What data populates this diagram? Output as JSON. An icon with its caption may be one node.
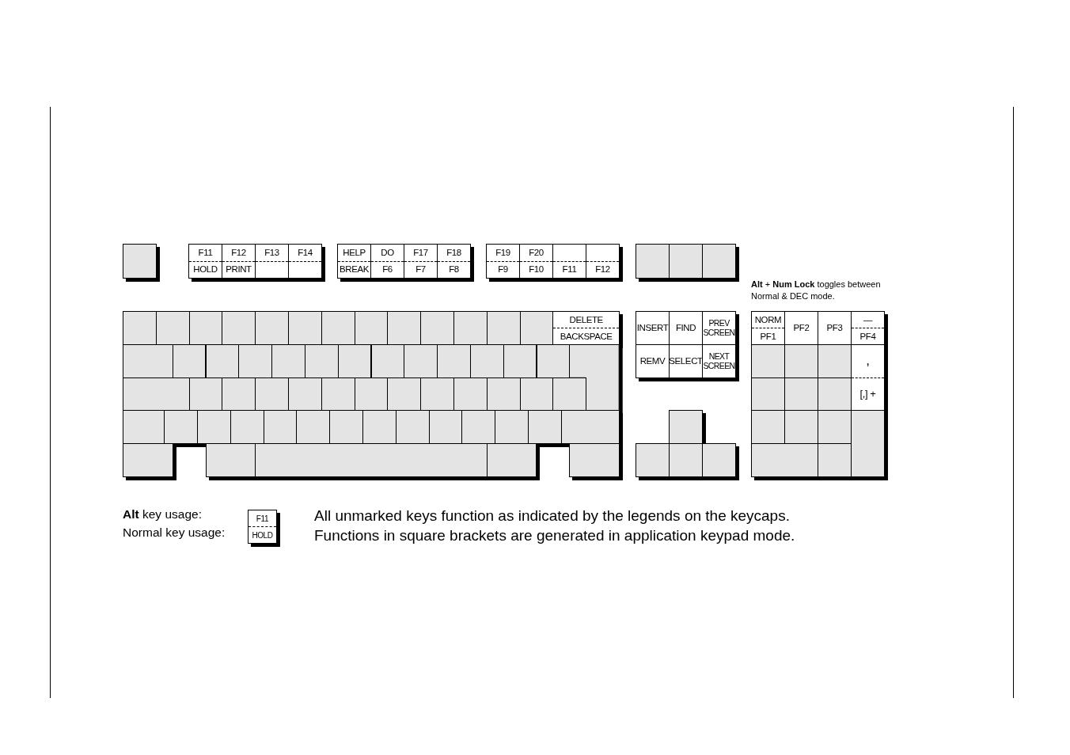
{
  "diagram": {
    "nodes": [
      {
        "text": [],
        "shape": "box"
      },
      {
        "text": [
          "F11",
          "HOLD"
        ]
      },
      {
        "text": [
          "F12",
          "PRINT"
        ]
      },
      {
        "text": [
          "F13"
        ]
      },
      {
        "text": [
          "F14"
        ]
      },
      {
        "text": [
          "HELP",
          "BREAK"
        ]
      },
      {
        "text": [
          "DO",
          "F6"
        ]
      },
      {
        "text": [
          "F17",
          "F7"
        ]
      },
      {
        "text": [
          "F18",
          "F8"
        ]
      },
      {
        "text": [
          "F19",
          "F9"
        ]
      },
      {
        "text": [
          "F20",
          "F10"
        ]
      },
      {
        "text": [
          "F11"
        ]
      },
      {
        "text": [
          "F12"
        ]
      },
      {
        "text": [],
        "shape": "box"
      },
      {
        "text": [],
        "shape": "box"
      },
      {
        "text": [],
        "shape": "box"
      },
      {
        "text": [],
        "shape": "box"
      },
      {
        "text": [],
        "shape": "box"
      },
      {
        "text": [],
        "shape": "box"
      },
      {
        "text": [],
        "shape": "box"
      },
      {
        "text": [],
        "shape": "box"
      },
      {
        "text": [],
        "shape": "box"
      },
      {
        "text": [],
        "shape": "box"
      },
      {
        "text": [],
        "shape": "box"
      },
      {
        "text": [],
        "shape": "box"
      },
      {
        "text": [],
        "shape": "box"
      },
      {
        "text": [],
        "shape": "box"
      },
      {
        "text": [],
        "shape": "box"
      },
      {
        "text": [],
        "shape": "box"
      },
      {
        "text": [
          "DELETE",
          "BACKSPACE"
        ]
      },
      {
        "text": [],
        "shape": "box"
      },
      {
        "text": [],
        "shape": "box"
      },
      {
        "text": [],
        "shape": "box"
      },
      {
        "text": [],
        "shape": "box"
      },
      {
        "text": [],
        "shape": "box"
      },
      {
        "text": [],
        "shape": "box"
      },
      {
        "text": [],
        "shape": "box"
      },
      {
        "text": [],
        "shape": "box"
      },
      {
        "text": [],
        "shape": "box"
      },
      {
        "text": [],
        "shape": "box"
      },
      {
        "text": [],
        "shape": "box"
      },
      {
        "text": [],
        "shape": "box"
      },
      {
        "text": [],
        "shape": "box"
      },
      {
        "text": [],
        "shape": "box"
      },
      {
        "text": [],
        "shape": "box"
      },
      {
        "text": [],
        "shape": "box"
      },
      {
        "text": [],
        "shape": "box"
      },
      {
        "text": [],
        "shape": "box"
      },
      {
        "text": [],
        "shape": "box"
      },
      {
        "text": [],
        "shape": "box"
      },
      {
        "text": [],
        "shape": "box"
      },
      {
        "text": [],
        "shape": "box"
      },
      {
        "text": [],
        "shape": "box"
      },
      {
        "text": [],
        "shape": "box"
      },
      {
        "text": [],
        "shape": "box"
      },
      {
        "text": [],
        "shape": "box"
      },
      {
        "text": [],
        "shape": "box"
      },
      {
        "text": [],
        "shape": "box"
      },
      {
        "text": [],
        "shape": "box"
      },
      {
        "text": [],
        "shape": "box"
      },
      {
        "text": [],
        "shape": "box"
      },
      {
        "text": [],
        "shape": "box"
      },
      {
        "text": [],
        "shape": "box"
      },
      {
        "text": [],
        "shape": "box"
      },
      {
        "text": [],
        "shape": "box"
      },
      {
        "text": [],
        "shape": "box"
      },
      {
        "text": [],
        "shape": "box"
      },
      {
        "text": [],
        "shape": "box"
      },
      {
        "text": [],
        "shape": "box"
      },
      {
        "text": [],
        "shape": "box"
      },
      {
        "text": [],
        "shape": "box"
      },
      {
        "text": [],
        "shape": "box"
      },
      {
        "text": [],
        "shape": "box"
      },
      {
        "text": [],
        "shape": "box"
      },
      {
        "text": [],
        "shape": "box"
      },
      {
        "text": [],
        "shape": "box"
      },
      {
        "text": [
          "INSERT"
        ]
      },
      {
        "text": [
          "FIND"
        ]
      },
      {
        "text": [
          "PREV SCREEN"
        ]
      },
      {
        "text": [
          "REMV"
        ]
      },
      {
        "text": [
          "SELECT"
        ]
      },
      {
        "text": [
          "NEXT SCREEN"
        ]
      },
      {
        "text": [],
        "shape": "box"
      },
      {
        "text": [],
        "shape": "box"
      },
      {
        "text": [],
        "shape": "box"
      },
      {
        "text": [],
        "shape": "box"
      },
      {
        "text": [
          "NORM",
          "PF1"
        ]
      },
      {
        "text": [
          "PF2"
        ]
      },
      {
        "text": [
          "PF3"
        ]
      },
      {
        "text": [
          "—",
          "PF4"
        ]
      },
      {
        "text": [],
        "shape": "box"
      },
      {
        "text": [],
        "shape": "box"
      },
      {
        "text": [],
        "shape": "box"
      },
      {
        "text": [
          ",",
          "[,] +"
        ]
      },
      {
        "text": [],
        "shape": "box"
      },
      {
        "text": [],
        "shape": "box"
      },
      {
        "text": [],
        "shape": "box"
      },
      {
        "text": [],
        "shape": "box"
      },
      {
        "text": [],
        "shape": "box"
      },
      {
        "text": [],
        "shape": "box"
      },
      {
        "text": [],
        "shape": "box"
      },
      {
        "text": [],
        "shape": "box"
      },
      {
        "text": [],
        "shape": "box"
      },
      {
        "text": [
          "F11",
          "HOLD"
        ]
      }
    ],
    "labels": [
      "**Alt** + **Num Lock** toggles between Normal & DEC mode.",
      "**Alt** key usage:",
      "Normal key usage:",
      "All unmarked keys function as indicated by the legends on the keycaps.",
      "Functions in square brackets are generated in application keypad mode."
    ]
  }
}
